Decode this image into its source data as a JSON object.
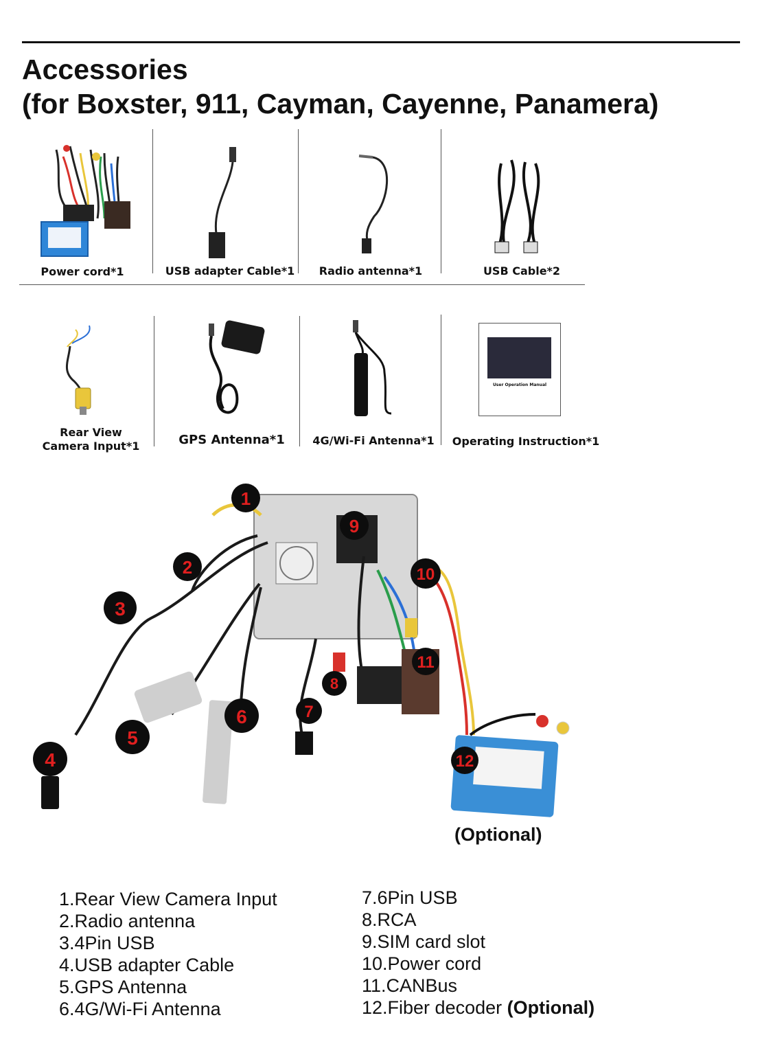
{
  "header": {
    "title_line1": "Accessories",
    "title_line2": "(for Boxster, 911, Cayman, Cayenne, Panamera)"
  },
  "accessories_row1": [
    {
      "label": "Power cord*1",
      "icon": "power-cord-harness"
    },
    {
      "label": "USB adapter Cable*1",
      "icon": "usb-adapter-cable"
    },
    {
      "label": "Radio antenna*1",
      "icon": "radio-antenna"
    },
    {
      "label": "USB  Cable*2",
      "icon": "usb-cable"
    }
  ],
  "accessories_row2": [
    {
      "label_line1": "Rear View",
      "label_line2": "Camera Input*1",
      "icon": "rca-camera-cable"
    },
    {
      "label": "GPS Antenna*1",
      "icon": "gps-antenna"
    },
    {
      "label": "4G/Wi-Fi Antenna*1",
      "icon": "4g-wifi-antenna"
    },
    {
      "label": "Operating Instruction*1",
      "icon": "manual-booklet"
    }
  ],
  "manual": {
    "title": "User Operation Manual"
  },
  "diagram": {
    "optional_label": "(Optional)",
    "markers": [
      "1",
      "2",
      "3",
      "4",
      "5",
      "6",
      "7",
      "8",
      "9",
      "10",
      "11",
      "12"
    ],
    "colors": {
      "marker": "#0d0d0d",
      "marker_text": "#e01f1f",
      "decoder": "#3a8fd6",
      "harness_yellow": "#e9c63b",
      "harness_red": "#d8312b"
    }
  },
  "legend_left": [
    "1.Rear View Camera Input",
    "2.Radio antenna",
    "3.4Pin USB",
    "4.USB adapter Cable",
    "5.GPS Antenna",
    "6.4G/Wi-Fi Antenna"
  ],
  "legend_right": [
    "7.6Pin USB",
    "8.RCA",
    "9.SIM card slot",
    "10.Power cord",
    "11.CANBus"
  ],
  "legend_right_last": {
    "text": "12.Fiber decoder ",
    "bold": "(Optional)"
  }
}
